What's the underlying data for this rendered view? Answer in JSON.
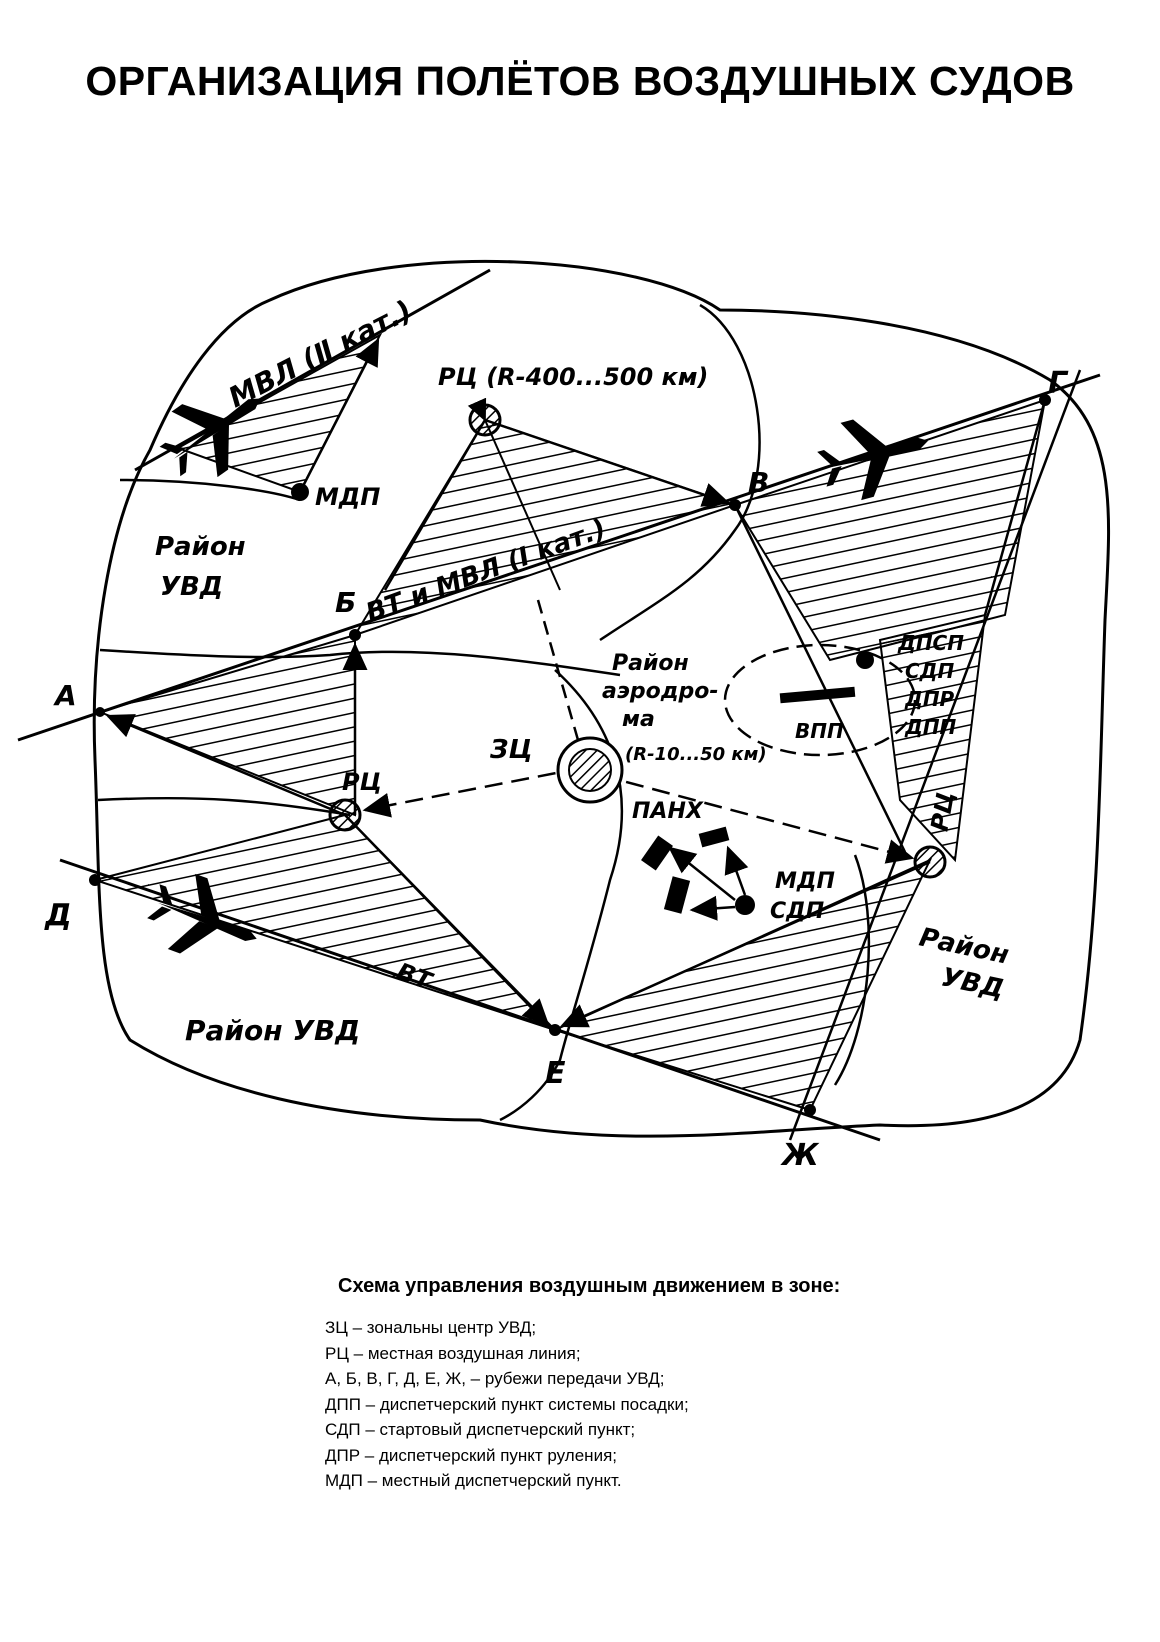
{
  "title": "ОРГАНИЗАЦИЯ ПОЛЁТОВ ВОЗДУШНЫХ СУДОВ",
  "diagram": {
    "labels": {
      "mvl2": "МВЛ (Ⅱ кат.)",
      "mdp_top": "МДП",
      "rc_top": "РЦ (R-400...500 км)",
      "rayon_uvd_left_1": "Район",
      "rayon_uvd_left_2": "УВД",
      "route_b_v": "ВТ и МВЛ (Ⅰ кат.)",
      "rayon_aero_1": "Район",
      "rayon_aero_2": "аэродро-",
      "rayon_aero_3": "ма",
      "rayon_aero_4": "(R-10...50 км)",
      "zc": "ЗЦ",
      "rc_left": "РЦ",
      "rc_right": "РЦ",
      "vpp": "ВПП",
      "right_dpsp": "ДПСП",
      "right_sdp": "СДП",
      "right_dpr": "ДПР",
      "right_dpp": "ДПП",
      "pankh": "ПАНХ",
      "mdp_small": "МДП",
      "sdp_small": "СДП",
      "rayon_uvd_right_1": "Район",
      "rayon_uvd_right_2": "УВД",
      "rayon_uvd_bottom": "Район УВД",
      "route_vt": "ВТ",
      "pt_a": "А",
      "pt_b": "Б",
      "pt_v": "В",
      "pt_g": "Г",
      "pt_d": "Д",
      "pt_e": "Е",
      "pt_zh": "Ж"
    }
  },
  "legend": {
    "heading": "Схема управления воздушным движением в зоне:",
    "items": [
      "ЗЦ – зональны центр УВД;",
      "РЦ – местная воздушная линия;",
      "А, Б, В, Г, Д, Е, Ж, – рубежи передачи УВД;",
      "ДПП – диспетчерский пункт системы посадки;",
      "СДП – стартовый диспетчерский пункт;",
      "ДПР – диспетчерский пункт руления;",
      "МДП – местный диспетчерский пункт."
    ]
  }
}
